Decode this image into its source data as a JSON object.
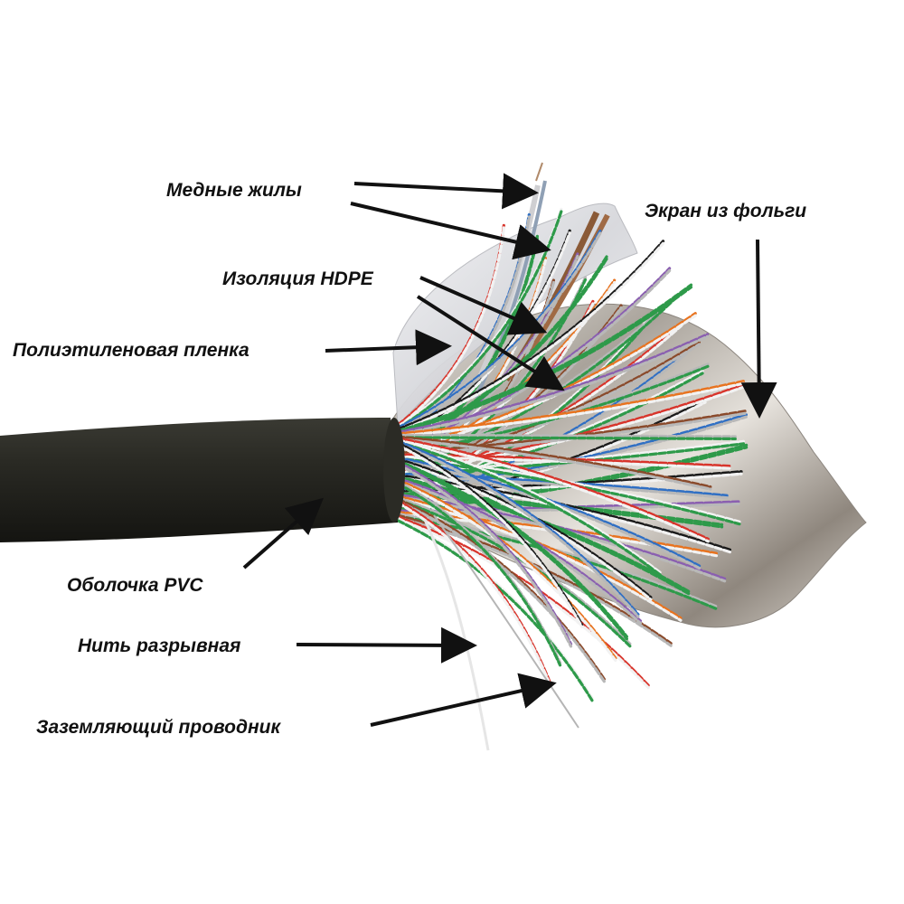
{
  "labels": {
    "copper_conductors": "Медные жилы",
    "foil_screen": "Экран из фольги",
    "hdpe_insulation": "Изоляция HDPE",
    "polyethylene_film": "Полиэтиленовая пленка",
    "pvc_sheath": "Оболочка PVC",
    "rip_cord": "Нить разрывная",
    "drain_wire": "Заземляющий проводник"
  },
  "colors": {
    "sheath": "#1f1f1a",
    "foil": "#c9c4bd",
    "film": "#e9e9ec",
    "arrow": "#111111",
    "label_text": "#111111",
    "pair_colors": [
      "#d8342b",
      "#2f6fc4",
      "#2e9a4a",
      "#e8731f",
      "#8a4a2b",
      "#f2f2f2",
      "#1a1a1a",
      "#8a5fb0",
      "#b8b8b8"
    ]
  },
  "icons": {
    "arrow": "arrow-icon"
  }
}
